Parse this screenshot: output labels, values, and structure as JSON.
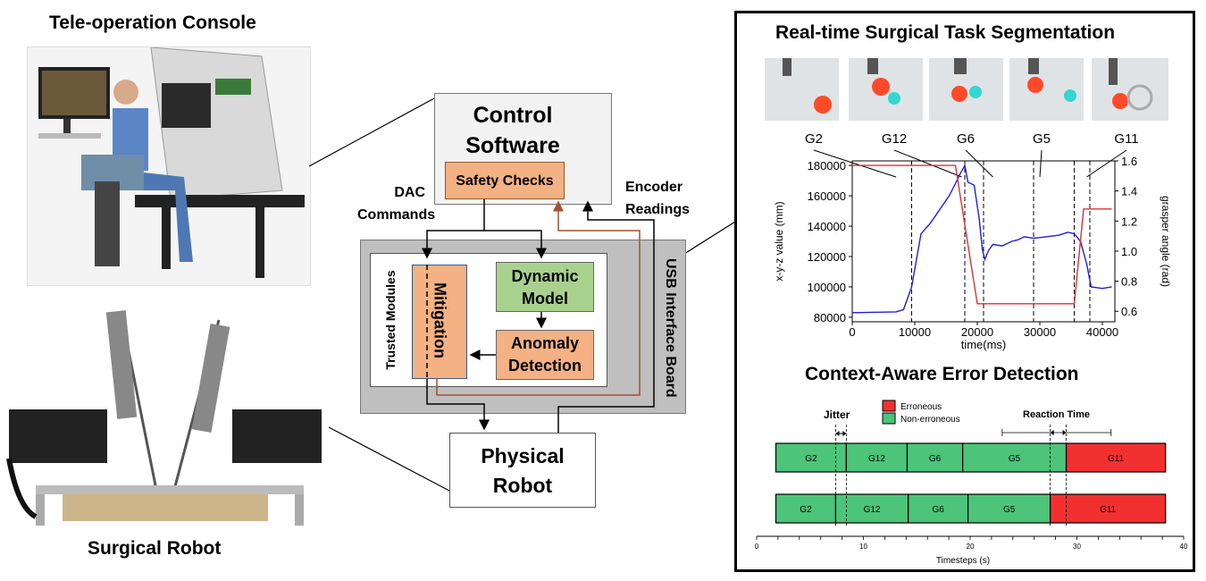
{
  "console": {
    "title": "Tele-operation Console"
  },
  "robot": {
    "title": "Surgical Robot"
  },
  "architecture": {
    "control_software": [
      "Control",
      "Software"
    ],
    "safety_checks": "Safety Checks",
    "dac_commands": [
      "DAC",
      "Commands"
    ],
    "encoder_readings": [
      "Encoder",
      "Readings"
    ],
    "usb_board": "USB Interface Board",
    "trusted_modules": "Trusted Modules",
    "mitigation": "Mitigation",
    "dynamic_model": [
      "Dynamic",
      "Model"
    ],
    "anomaly_detection": [
      "Anomaly",
      "Detection"
    ],
    "physical_robot": [
      "Physical",
      "Robot"
    ]
  },
  "segmentation": {
    "title": "Real-time Surgical Task Segmentation",
    "gesture_labels": [
      "G2",
      "G12",
      "G6",
      "G5",
      "G11"
    ]
  },
  "error_detection": {
    "title": "Context-Aware Error Detection",
    "jitter": "Jitter",
    "reaction_time": "Reaction Time",
    "legend": [
      "Erroneous",
      "Non-erroneous"
    ],
    "xlabel": "Timesteps (s)"
  },
  "colors": {
    "orange": "#f4b183",
    "green": "#a9d18e",
    "seg_green": "#4cc47a",
    "seg_red": "#f23030",
    "brown": "#a0522d",
    "blue": "#1f1fd6"
  },
  "chart_data": [
    {
      "type": "line",
      "title": "",
      "xlabel": "time(ms)",
      "ylabel": "x-y-z value (mm)",
      "y2label": "grasper angle (rad)",
      "xlim": [
        0,
        42000
      ],
      "ylim": [
        77000,
        183000
      ],
      "y2lim": [
        0.53,
        1.6
      ],
      "xticks": [
        0,
        10000,
        20000,
        30000,
        40000
      ],
      "yticks": [
        80000,
        100000,
        120000,
        140000,
        160000,
        180000
      ],
      "y2ticks": [
        0.6,
        0.8,
        1.0,
        1.2,
        1.4,
        1.6
      ],
      "boundaries": [
        0,
        9500,
        18000,
        21000,
        29000,
        35500,
        38000
      ],
      "series": [
        {
          "axis": "left",
          "color": "#1f1fd6",
          "x": [
            0,
            7000,
            8200,
            9500,
            11000,
            12500,
            13500,
            14500,
            15500,
            16500,
            17200,
            18000,
            18500,
            19500,
            20300,
            20800,
            21200,
            21800,
            22500,
            24000,
            25500,
            26500,
            27500,
            29000,
            31000,
            33000,
            34500,
            35500,
            36500,
            37500,
            38200,
            40000,
            41500
          ],
          "y": [
            83000,
            83500,
            85000,
            100000,
            135000,
            142000,
            148000,
            154000,
            160000,
            168000,
            174000,
            180000,
            169000,
            167000,
            145000,
            125000,
            118000,
            124000,
            128000,
            127000,
            130000,
            131000,
            133000,
            132000,
            133000,
            134000,
            136000,
            135000,
            130000,
            115000,
            100000,
            99000,
            100000
          ]
        },
        {
          "axis": "right",
          "color": "#e03030",
          "x": [
            0,
            16500,
            20000,
            35500,
            37000,
            41500
          ],
          "y": [
            1.57,
            1.57,
            0.65,
            0.65,
            1.28,
            1.28
          ]
        }
      ]
    },
    {
      "type": "bar",
      "title": "",
      "xlabel": "Timesteps (s)",
      "xlim": [
        0,
        40
      ],
      "xticks": [
        0,
        10,
        20,
        30,
        40
      ],
      "series": [
        {
          "name": "Erroneous",
          "color": "#f23030"
        },
        {
          "name": "Non-erroneous",
          "color": "#4cc47a"
        }
      ],
      "rows": [
        [
          {
            "label": "G2",
            "start": 1.8,
            "end": 8.4,
            "erroneous": false
          },
          {
            "label": "G12",
            "start": 8.4,
            "end": 14.1,
            "erroneous": false
          },
          {
            "label": "G6",
            "start": 14.1,
            "end": 19.3,
            "erroneous": false
          },
          {
            "label": "G5",
            "start": 19.3,
            "end": 29.0,
            "erroneous": false
          },
          {
            "label": "G11",
            "start": 29.0,
            "end": 38.3,
            "erroneous": true
          }
        ],
        [
          {
            "label": "G2",
            "start": 1.8,
            "end": 7.4,
            "erroneous": false
          },
          {
            "label": "G12",
            "start": 7.4,
            "end": 14.2,
            "erroneous": false
          },
          {
            "label": "G6",
            "start": 14.2,
            "end": 19.8,
            "erroneous": false
          },
          {
            "label": "G5",
            "start": 19.8,
            "end": 27.5,
            "erroneous": false
          },
          {
            "label": "G11",
            "start": 27.5,
            "end": 38.3,
            "erroneous": true
          }
        ]
      ]
    }
  ]
}
